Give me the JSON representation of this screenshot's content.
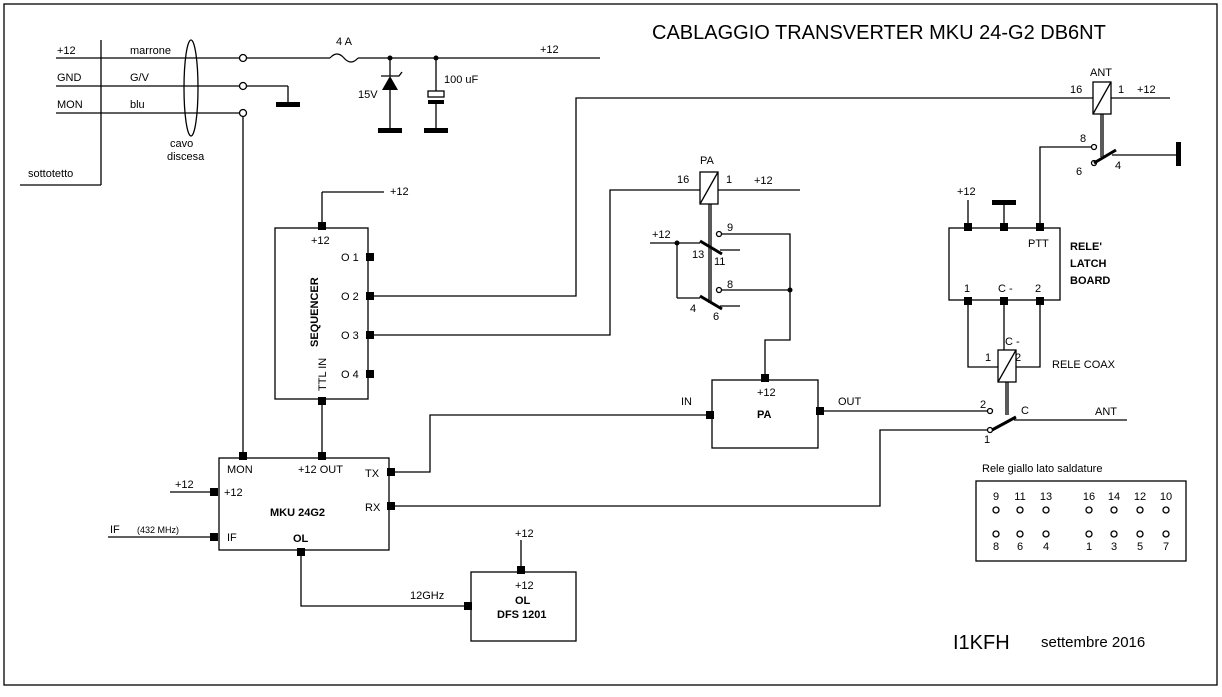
{
  "title": "CABLAGGIO TRANSVERTER MKU 24-G2 DB6NT",
  "signature": "I1KFH",
  "date": "settembre 2016",
  "power_label": "+12",
  "cable": {
    "wire1_left": "+12",
    "wire1_color": "marrone",
    "wire2_left": "GND",
    "wire2_color": "G/V",
    "wire3_left": "MON",
    "wire3_color": "blu",
    "cable_name_1": "cavo",
    "cable_name_2": "discesa",
    "location": "sottotetto"
  },
  "fuse": "4 A",
  "zener": "15V",
  "capacitor": "100 uF",
  "sequencer": {
    "name": "SEQUENCER",
    "out1": "O 1",
    "out2": "O 2",
    "out3": "O 3",
    "out4": "O 4",
    "input": "TTL IN"
  },
  "mku": {
    "name": "MKU 24G2",
    "mon": "MON",
    "out12": "+12 OUT",
    "tx": "TX",
    "rx": "RX",
    "if": "IF",
    "ol": "OL",
    "in12": "+12"
  },
  "if_label": "IF",
  "if_freq": "(432 MHz)",
  "ol_freq": "12GHz",
  "ol_box": {
    "name": "OL",
    "model": "DFS 1201"
  },
  "pa_box": {
    "name": "PA",
    "in": "IN",
    "out": "OUT"
  },
  "pa_relay": {
    "name": "PA",
    "p16": "16",
    "p1": "1",
    "p9": "9",
    "p13": "13",
    "p11": "11",
    "p8": "8",
    "p4": "4",
    "p6": "6"
  },
  "ant_relay": {
    "name": "ANT",
    "p16": "16",
    "p1": "1",
    "p8": "8",
    "p6": "6",
    "p4": "4"
  },
  "latch": {
    "l1": "RELE'",
    "l2": "LATCH",
    "l3": "BOARD",
    "ptt": "PTT",
    "p1": "1",
    "pc": "C -",
    "p2": "2"
  },
  "coax": {
    "name": "RELE COAX",
    "pc": "C -",
    "p1": "1",
    "p2": "2",
    "sw2": "2",
    "swc": "C",
    "sw1": "1",
    "ant": "ANT"
  },
  "pinout": {
    "title": "Rele giallo lato saldature",
    "top": [
      "9",
      "11",
      "13",
      "16",
      "14",
      "12",
      "10"
    ],
    "bottom": [
      "8",
      "6",
      "4",
      "1",
      "3",
      "5",
      "7"
    ]
  }
}
